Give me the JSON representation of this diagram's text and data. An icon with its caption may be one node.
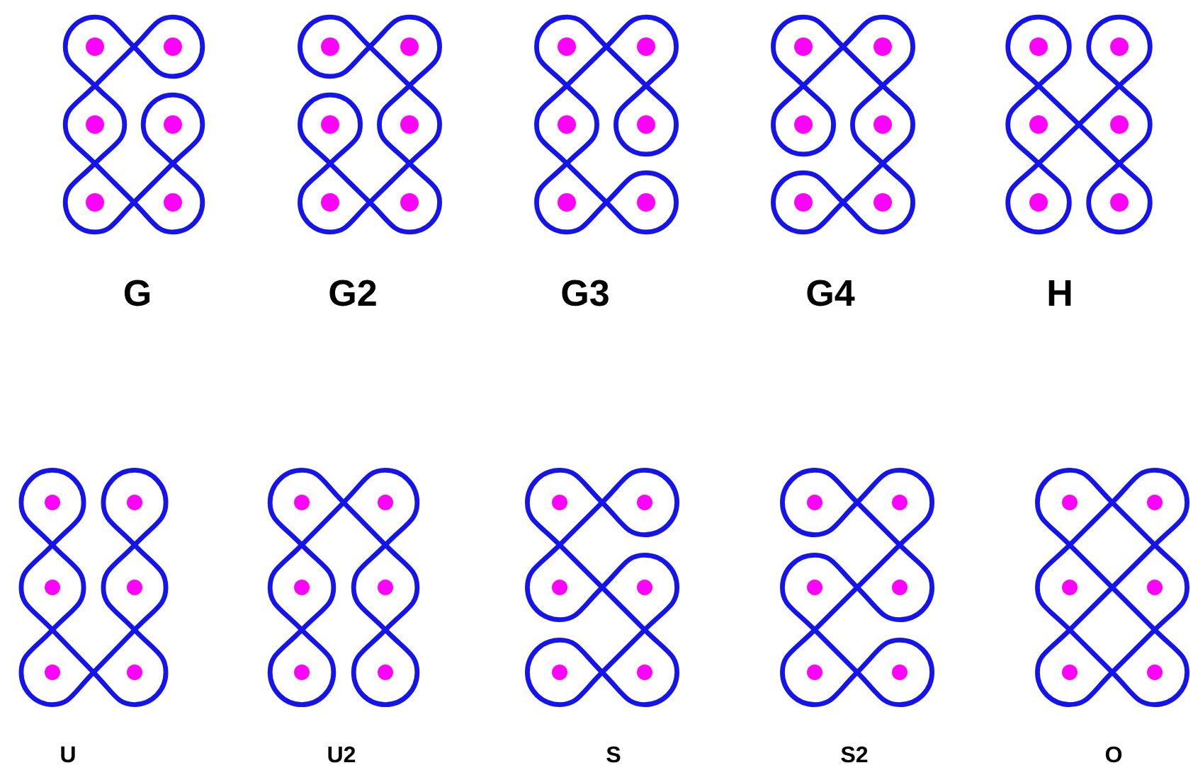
{
  "diagram": {
    "labels": [
      "G",
      "G2",
      "G3",
      "G4",
      "H",
      "U",
      "U2",
      "S",
      "S2",
      "O"
    ]
  }
}
